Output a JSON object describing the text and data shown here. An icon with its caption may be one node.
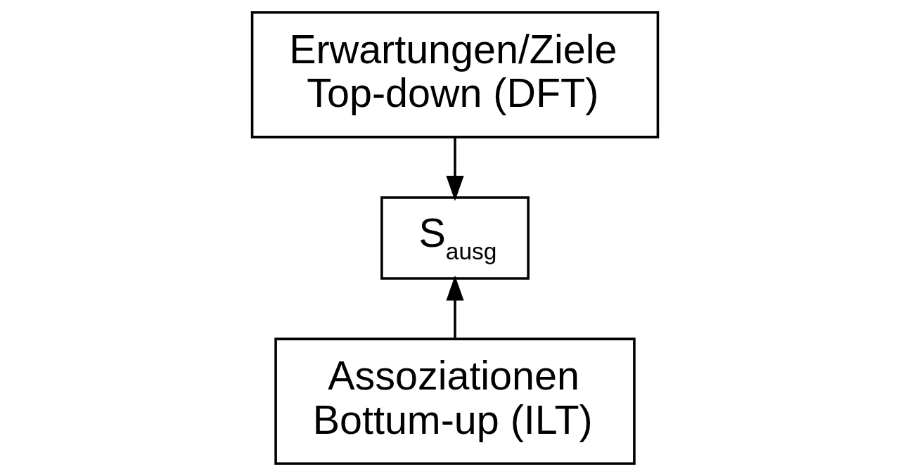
{
  "diagram": {
    "nodes": [
      {
        "text": [
          "Erwartungen/Ziele",
          "Top-down (DFT)"
        ]
      },
      {
        "text": [
          "S$_{ausg}$"
        ]
      },
      {
        "text": [
          "Assoziationen",
          "Bottum-up (ILT)"
        ]
      }
    ],
    "edges": [
      {
        "from": 0,
        "to": 1,
        "arrow": "to"
      },
      {
        "from": 2,
        "to": 1,
        "arrow": "to"
      }
    ]
  }
}
